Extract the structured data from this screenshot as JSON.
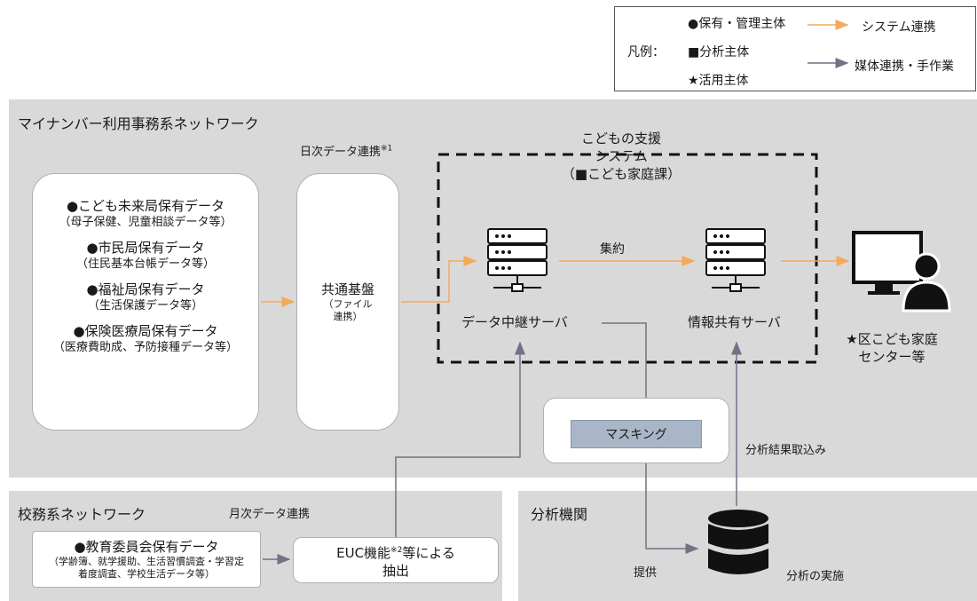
{
  "legend": {
    "prefix": "凡例：",
    "owner": "●保有・管理主体",
    "analyzer": "■分析主体",
    "user": "★活用主体",
    "system_link": "システム連携",
    "media_link": "媒体連携・手作業"
  },
  "colors": {
    "system_link": "#f5a95a",
    "media_link": "#6e7484",
    "zone": "#d9d9d9",
    "masking_fill": "#a9b6c8"
  },
  "zones": {
    "mynumber": "マイナンバー利用事務系ネットワーク",
    "school": "校務系ネットワーク",
    "analysis": "分析機関"
  },
  "sources": [
    {
      "title": "●こども未来局保有データ",
      "sub": "（母子保健、児童相談データ等）"
    },
    {
      "title": "●市民局保有データ",
      "sub": "（住民基本台帳データ等）"
    },
    {
      "title": "●福祉局保有データ",
      "sub": "（生活保護データ等）"
    },
    {
      "title": "●保険医療局保有データ",
      "sub": "（医療費助成、予防接種データ等）"
    }
  ],
  "daily_link": {
    "text": "日次データ連携",
    "note": "※1"
  },
  "common_base": {
    "title": "共通基盤",
    "sub1": "（ファイル",
    "sub2": "連携）"
  },
  "support_system": {
    "line1": "こどもの支援",
    "line2": "システム",
    "line3": "（■こども家庭課）"
  },
  "relay_server": "データ中継サーバ",
  "aggregate": "集約",
  "share_server": "情報共有サーバ",
  "center": {
    "line1": "★区こども家庭",
    "line2": "センター等"
  },
  "masking": "マスキング",
  "import_results": "分析結果取込み",
  "monthly_link": "月次データ連携",
  "edu_board": {
    "title": "●教育委員会保有データ",
    "sub1": "（学齢簿、就学援助、生活習慣調査・学習定",
    "sub2": "着度調査、学校生活データ等）"
  },
  "euc": {
    "part1": "EUC機能",
    "note": "※2",
    "part2": "等による",
    "line2": "抽出"
  },
  "provide": "提供",
  "analysis_exec": "分析の実施",
  "icons": [
    "server-icon",
    "server-icon",
    "computer-user-icon",
    "database-icon"
  ]
}
